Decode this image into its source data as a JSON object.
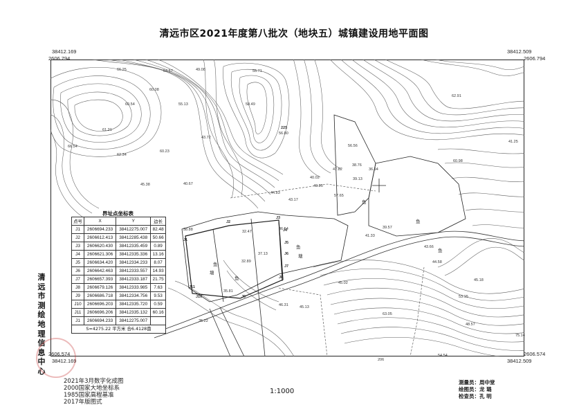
{
  "title": "清远市区2021年度第八批次（地块五）城镇建设用地平面图",
  "corners": {
    "top_left_x": "38412.169",
    "top_left_y": "2606.794",
    "top_right_x": "38412.509",
    "top_right_y": "2606.794",
    "bottom_left_x": "38412.169",
    "bottom_left_y": "2606.574",
    "bottom_right_x": "38412.509",
    "bottom_right_y": "2606.574"
  },
  "organization": "清远市测绘地理信息中心",
  "legend_lines": [
    "2021年3月数字化成图",
    "2000国家大地坐标系",
    "1985国家高程基准",
    "2017年版图式"
  ],
  "scale": "1:1000",
  "staff": [
    "测量员：周中堂",
    "绘图员：龙  璐",
    "检查员：孔  明"
  ],
  "coordinate_table": {
    "title": "界址点坐标表",
    "headers": [
      "点号",
      "X",
      "Y",
      "边长"
    ],
    "rows": [
      {
        "id": "J1",
        "x": "2606694.233",
        "y": "38412275.007",
        "len": "82.48"
      },
      {
        "id": "J2",
        "x": "2606612.413",
        "y": "38412285.438",
        "len": "50.66"
      },
      {
        "id": "J3",
        "x": "2606620.430",
        "y": "38412335.459",
        "len": "0.89"
      },
      {
        "id": "J4",
        "x": "2606621.306",
        "y": "38412335.336",
        "len": "13.16"
      },
      {
        "id": "J5",
        "x": "2606634.420",
        "y": "38412334.233",
        "len": "8.07"
      },
      {
        "id": "J6",
        "x": "2606642.463",
        "y": "38412333.557",
        "len": "14.93"
      },
      {
        "id": "J7",
        "x": "2606657.393",
        "y": "38412333.187",
        "len": "21.75"
      },
      {
        "id": "J8",
        "x": "2606679.126",
        "y": "38412333.985",
        "len": "7.63"
      },
      {
        "id": "J9",
        "x": "2606686.718",
        "y": "38412334.756",
        "len": "9.53"
      },
      {
        "id": "J10",
        "x": "2606696.203",
        "y": "38412335.720",
        "len": "0.59"
      },
      {
        "id": "J11",
        "x": "2606696.206",
        "y": "38412335.132",
        "len": "60.16"
      },
      {
        "id": "J1",
        "x": "2606694.233",
        "y": "38412275.007",
        "len": ""
      }
    ],
    "area_s": "S=4275.22",
    "area_mu": "平方米  合6.4128亩"
  },
  "map_labels": {
    "elevations": [
      "66.25",
      "54.57",
      "49.08",
      "55.71",
      "60.08",
      "60.54",
      "55.13",
      "58.49",
      "62.91",
      "61.21",
      "66.54",
      "62.34",
      "60.23",
      "43.72",
      "56.80",
      "56.56",
      "38.76",
      "36.94",
      "60.98",
      "41.25",
      "40.67",
      "39.13",
      "47.82",
      "45.38",
      "40.02",
      "40.85",
      "43.17",
      "44.83",
      "41.33",
      "44.58",
      "57.65",
      "38.88",
      "32.47",
      "37.13",
      "32.89",
      "36.54",
      "35.81",
      "39.57",
      "45.18",
      "45.02",
      "45.13",
      "46.31",
      "63.05",
      "75.14",
      "48.57",
      "53.15",
      "43.66",
      "35.22",
      "54.54"
    ],
    "points": [
      "J1",
      "J2",
      "J3",
      "J4",
      "J5",
      "J6",
      "J7",
      "J8",
      "J9",
      "J10",
      "J11"
    ],
    "land_use": [
      "鱼",
      "鱼",
      "鱼",
      "塘",
      "塘",
      "鱼",
      "鱼",
      "鱼"
    ],
    "numbers": [
      "225",
      "206"
    ]
  },
  "colors": {
    "line": "#2a2a2a",
    "contour": "#555555",
    "stamp": "#c83c3c"
  }
}
